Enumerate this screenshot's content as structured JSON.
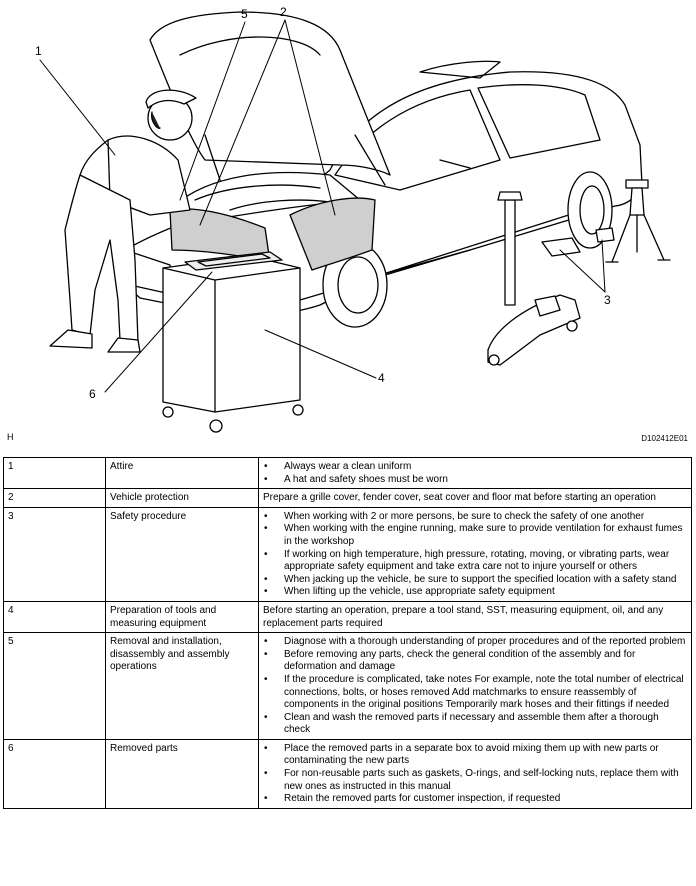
{
  "figure": {
    "callouts": [
      "1",
      "2",
      "3",
      "4",
      "5",
      "6"
    ],
    "identifier": "H",
    "code": "D102412E01"
  },
  "table": {
    "rows": [
      {
        "number": "1",
        "item": "Attire",
        "bullets": [
          "Always wear a clean uniform",
          "A hat and safety shoes must be worn"
        ]
      },
      {
        "number": "2",
        "item": "Vehicle protection",
        "text": "Prepare a grille cover, fender cover, seat cover and floor mat before starting an operation"
      },
      {
        "number": "3",
        "item": "Safety procedure",
        "bullets": [
          "When working with 2 or more persons, be sure to check the safety of one another",
          "When working with the engine running, make sure to provide ventilation for exhaust fumes in the workshop",
          "If working on high temperature, high pressure, rotating, moving, or vibrating parts, wear appropriate safety equipment and take extra care not to injure yourself or others",
          "When jacking up the vehicle, be sure to support the specified location with a safety stand",
          "When lifting up the vehicle, use appropriate safety equipment"
        ]
      },
      {
        "number": "4",
        "item": "Preparation of tools and measuring equipment",
        "text": "Before starting an operation, prepare a tool stand, SST, measuring equipment, oil, and any replacement parts required"
      },
      {
        "number": "5",
        "item": "Removal and installation, disassembly and assembly operations",
        "bullets": [
          "Diagnose with a thorough understanding of proper procedures and of the reported problem",
          "Before removing any parts, check the general condition of the assembly and for deformation and damage",
          "If the procedure is complicated, take notes For example, note the total number of electrical connections, bolts, or hoses removed Add matchmarks to ensure reassembly of components in the original positions Temporarily mark hoses and their fittings if needed",
          "Clean and wash the removed parts if necessary and assemble them after a thorough check"
        ]
      },
      {
        "number": "6",
        "item": "Removed parts",
        "bullets": [
          "Place the removed parts in a separate box to avoid mixing them up with new parts or contaminating the new parts",
          "For non-reusable parts such as gaskets, O-rings, and self-locking nuts, replace them with new ones as instructed in this manual",
          "Retain the removed parts for customer inspection, if requested"
        ]
      }
    ]
  }
}
